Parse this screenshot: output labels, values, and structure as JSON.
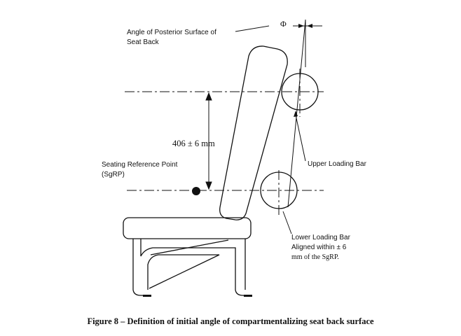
{
  "labels": {
    "posterior_line1": "Angle of Posterior Surface of",
    "posterior_line2": "Seat Back",
    "phi": "Φ",
    "dimension": "406 ± 6 mm",
    "sgrp_line1": "Seating Reference Point",
    "sgrp_line2": "(SgRP)",
    "upper_bar": "Upper Loading Bar",
    "lower_line1": "Lower Loading Bar",
    "lower_line2": "Aligned within ± 6",
    "lower_line3": "mm of the SgRP."
  },
  "caption": "Figure 8 – Definition of initial angle of compartmentalizing seat back surface"
}
